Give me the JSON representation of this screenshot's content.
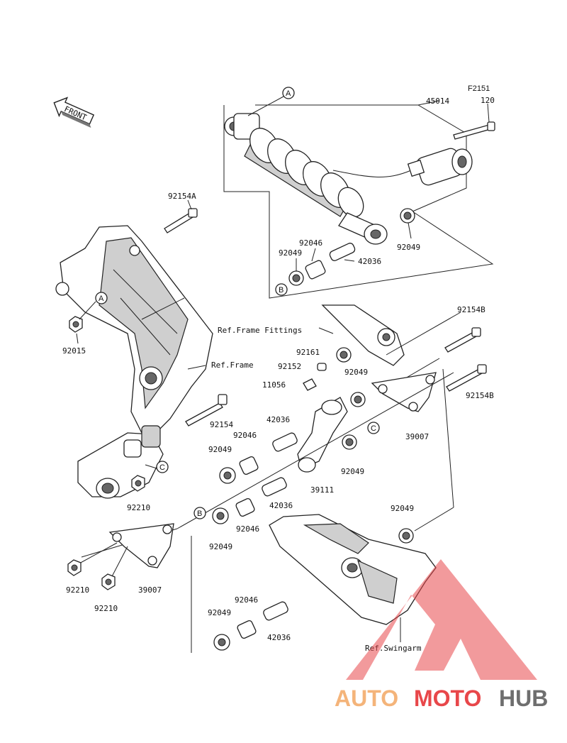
{
  "diagram_code": "F2151",
  "front_label": "FRONT",
  "callouts": {
    "a": "A",
    "b": "B",
    "c": "C"
  },
  "parts": {
    "p45014": "45014",
    "p120": "120",
    "p92154A": "92154A",
    "p92046_top": "92046",
    "p92049_top_left": "92049",
    "p92049_top_right": "92049",
    "p42036_top": "42036",
    "p92015": "92015",
    "p92154B_top": "92154B",
    "p92161": "92161",
    "p92152": "92152",
    "p11056": "11056",
    "p92049_mid_right": "92049",
    "p92154B_mid": "92154B",
    "p39007_right": "39007",
    "p92154": "92154",
    "p42036_mid": "42036",
    "p92046_mid": "92046",
    "p92049_mid_left": "92049",
    "p92049_c": "92049",
    "p92210_left": "92210",
    "p39111": "39111",
    "p42036_low": "42036",
    "p92046_low": "92046",
    "p92049_low_left": "92049",
    "p92049_swing": "92049",
    "p92210_a": "92210",
    "p92210_b": "92210",
    "p39007_left": "39007",
    "p92046_bottom": "92046",
    "p92049_bottom": "92049",
    "p42036_bottom": "42036"
  },
  "refs": {
    "frame_fittings": "Ref.Frame Fittings",
    "frame": "Ref.Frame",
    "swingarm": "Ref.Swingarm"
  },
  "watermark": {
    "auto": "AUTO",
    "moto": "MOTO",
    "hub": "HUB",
    "colors": {
      "light": "#f4b47a",
      "red": "#e8474a",
      "grey": "#6e6e6e"
    }
  }
}
